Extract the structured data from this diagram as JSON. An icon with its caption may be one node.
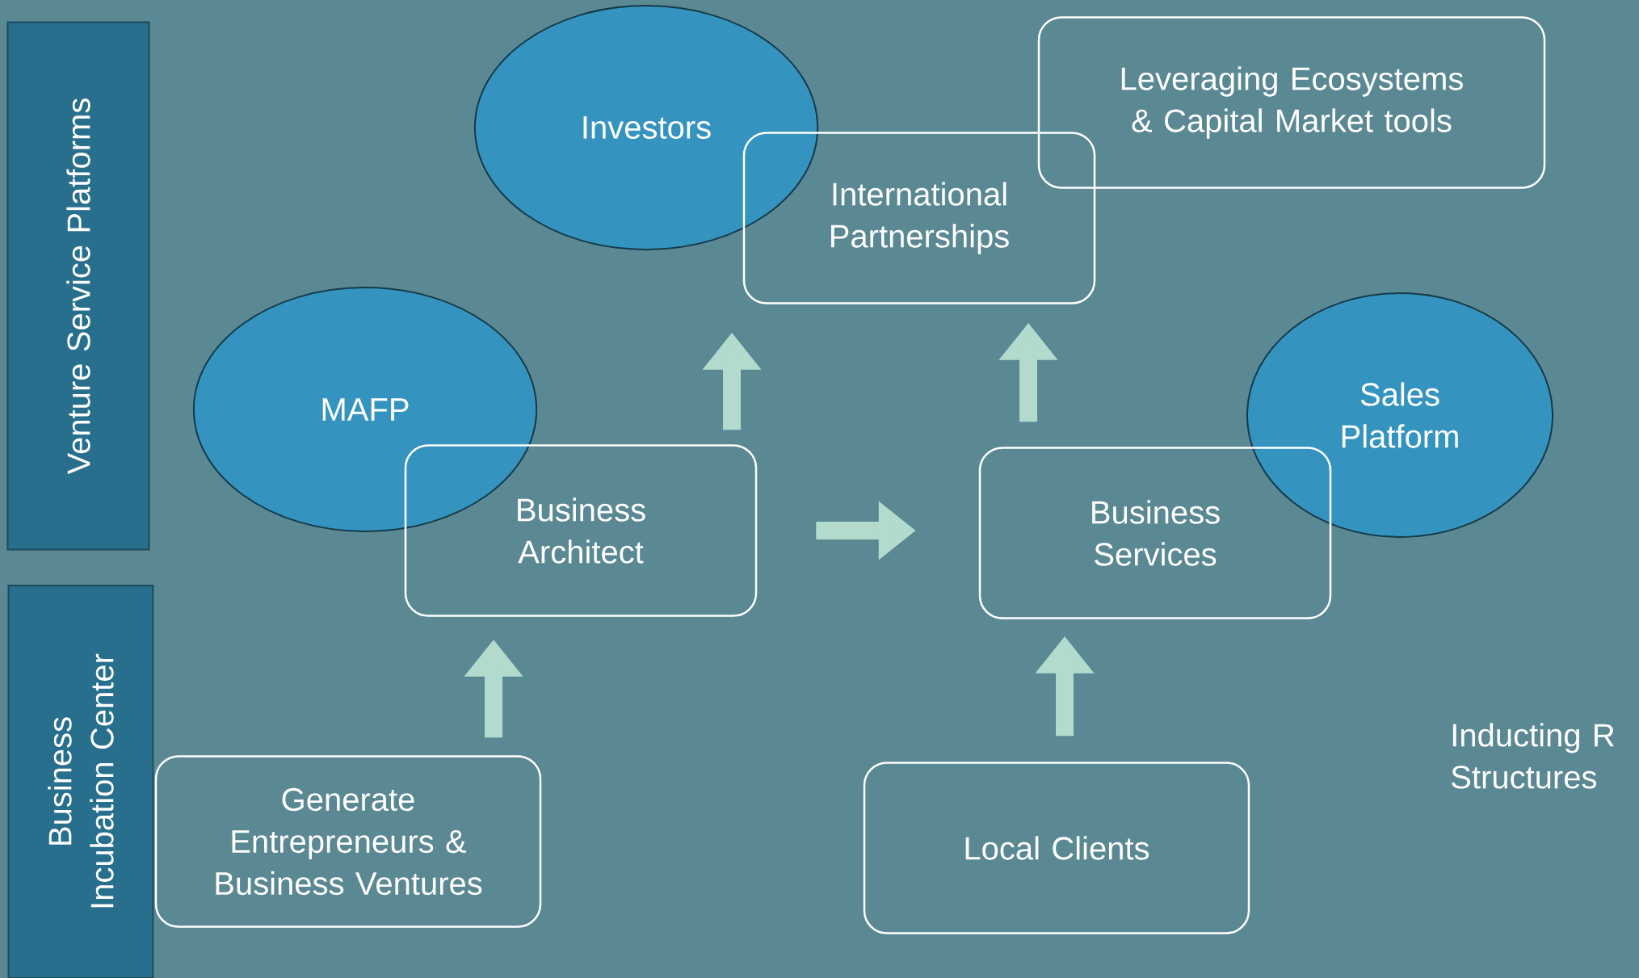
{
  "diagram": {
    "nodes": [
      {
        "text": [
          "Venture Service Platforms"
        ]
      },
      {
        "text": [
          "Business Incubation Center"
        ]
      },
      {
        "text": [
          "Investors"
        ]
      },
      {
        "text": [
          "Leveraging Ecosystems & Capital Market tools"
        ]
      },
      {
        "text": [
          "International Partnerships"
        ]
      },
      {
        "text": [
          "MAFP"
        ]
      },
      {
        "text": [
          "Sales Platform"
        ]
      },
      {
        "text": [
          "Business Architect"
        ]
      },
      {
        "text": [
          "Business Services"
        ]
      },
      {
        "text": [
          "Generate Entrepreneurs & Business Ventures"
        ]
      },
      {
        "text": [
          "Local Clients"
        ]
      }
    ],
    "edges": [
      {
        "from": 9,
        "to": 7,
        "arrow": "to"
      },
      {
        "from": 7,
        "to": 4,
        "arrow": "to"
      },
      {
        "from": 7,
        "to": 8,
        "arrow": "to"
      },
      {
        "from": 8,
        "to": 4,
        "arrow": "to"
      },
      {
        "from": 10,
        "to": 8,
        "arrow": "to"
      }
    ],
    "labels": [
      "Inducting R Structures"
    ]
  }
}
